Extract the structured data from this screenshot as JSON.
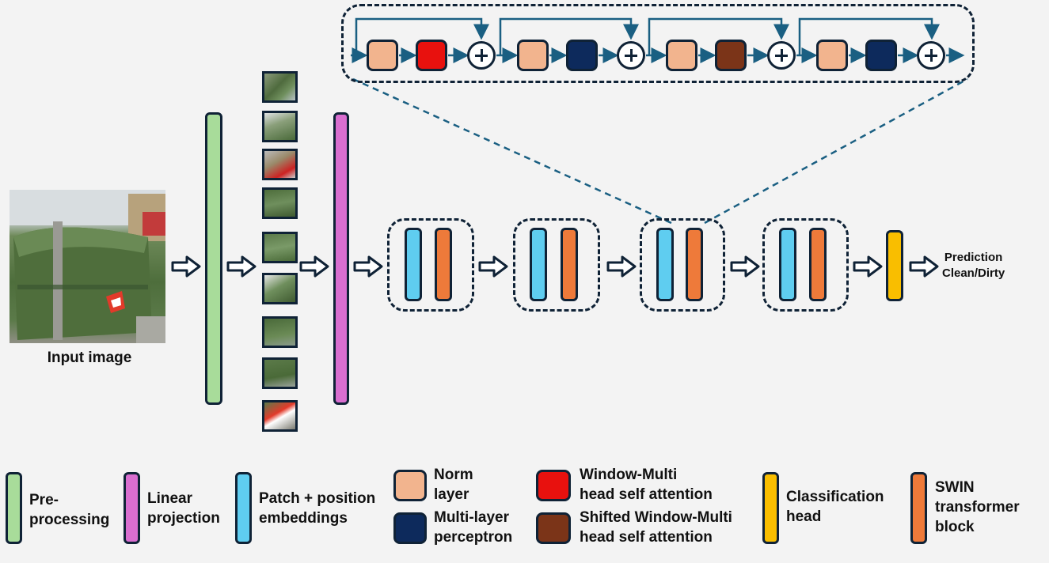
{
  "labels": {
    "input_image": "Input image",
    "prediction_line1": "Prediction",
    "prediction_line2": "Clean/Dirty"
  },
  "legend": {
    "preprocessing": [
      "Pre-",
      "processing"
    ],
    "linear_projection": [
      "Linear",
      "projection"
    ],
    "patch_embeddings": [
      "Patch + position",
      "embeddings"
    ],
    "norm_layer": [
      "Norm",
      "layer"
    ],
    "mlp": [
      "Multi-layer",
      "perceptron"
    ],
    "wmsa": [
      "Window-Multi",
      "head self attention"
    ],
    "swmsa": [
      "Shifted Window-Multi",
      "head self attention"
    ],
    "classification_head": [
      "Classification",
      "head"
    ],
    "swin_block": [
      "SWIN",
      "transformer",
      "block"
    ]
  },
  "colors": {
    "preprocessing": "#a8dc9a",
    "linear_projection": "#d96ed0",
    "patch_embeddings": "#5fcdf0",
    "norm_layer": "#f2b48e",
    "mlp": "#0d2a5c",
    "wmsa": "#e8110e",
    "swmsa": "#7b3418",
    "classification_head": "#f9be00",
    "swin_block": "#ee7a3a",
    "outline": "#0f2236",
    "flow": "#1a5f82"
  },
  "icons": {
    "block_arrow": "hollow-right-arrow-icon",
    "sum": "plus-circle-icon"
  }
}
